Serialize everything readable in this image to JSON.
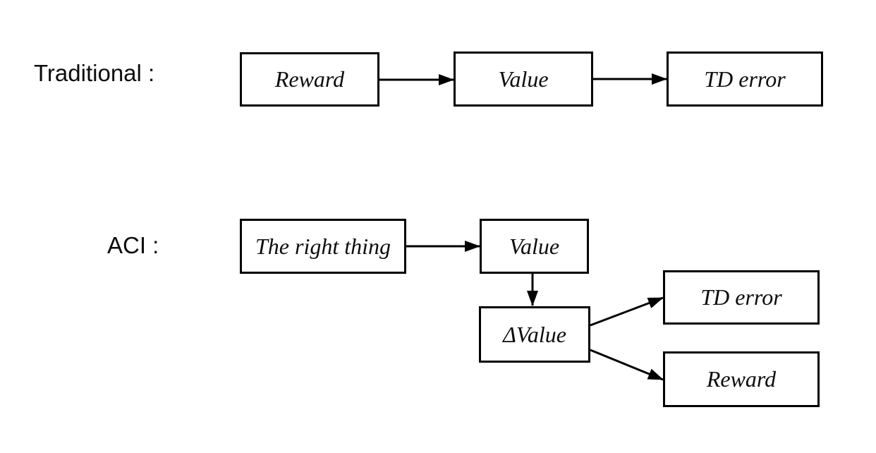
{
  "diagram": {
    "background_color": "#ffffff",
    "line_color": "#000000",
    "rows": [
      {
        "label": "Traditional :",
        "nodes": [
          {
            "label": "Reward"
          },
          {
            "label": "Value"
          },
          {
            "label": "TD error"
          }
        ]
      },
      {
        "label": "ACI :",
        "nodes": [
          {
            "label": "The right thing"
          },
          {
            "label": "Value"
          },
          {
            "label": "ΔValue"
          },
          {
            "label": "TD error"
          },
          {
            "label": "Reward"
          }
        ]
      }
    ]
  }
}
